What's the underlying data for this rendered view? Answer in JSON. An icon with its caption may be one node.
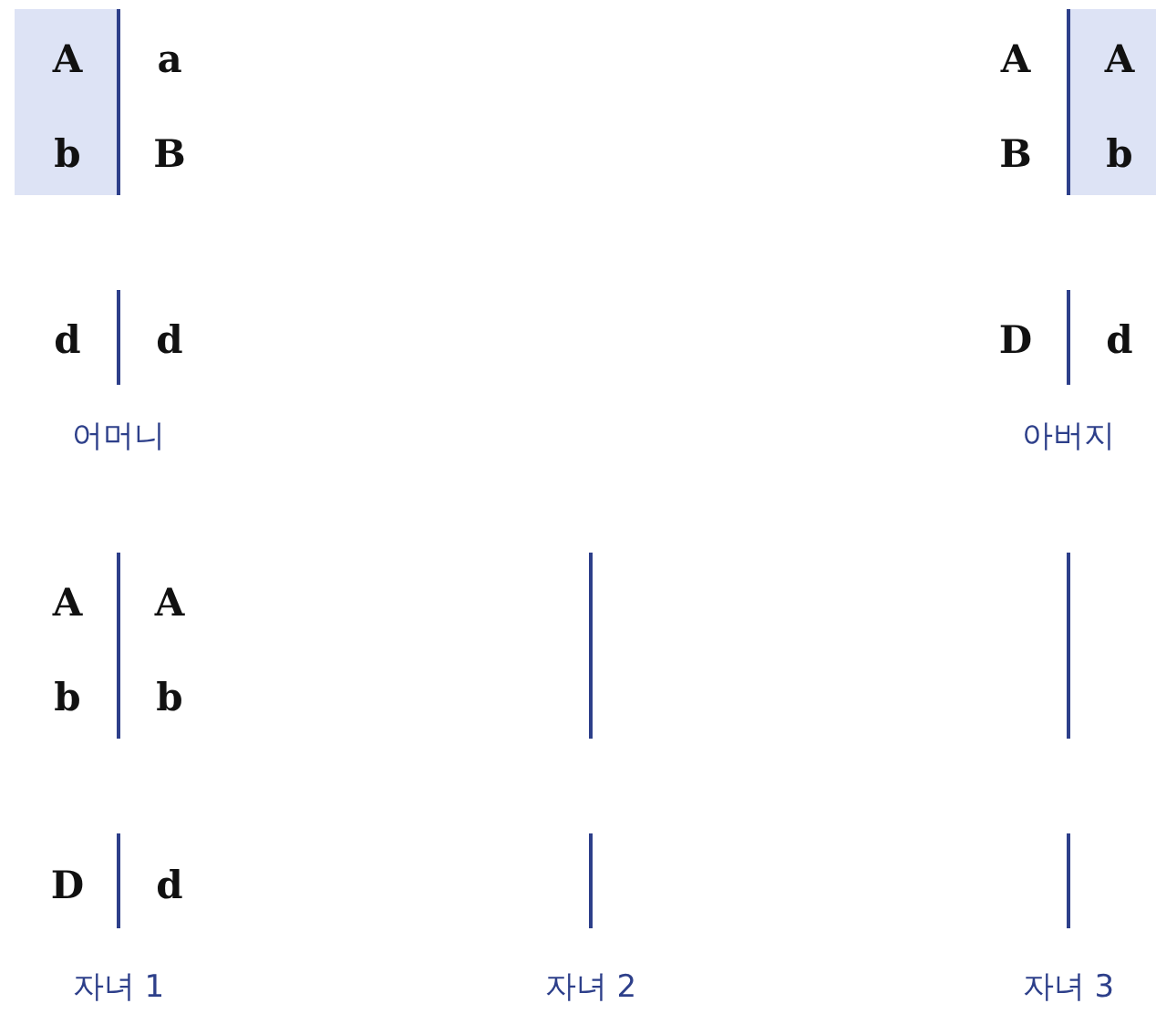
{
  "diagram": {
    "nodes": [
      {
        "text": [
          "A",
          "b"
        ]
      },
      {
        "text": [
          "A",
          "b"
        ]
      }
    ],
    "labels": [
      "a",
      "A",
      "B",
      "B",
      "d",
      "d",
      "D",
      "d",
      "어머니",
      "아버지",
      "A",
      "A",
      "b",
      "b",
      "D",
      "d",
      "자녀 1",
      "자녀 2",
      "자녀 3"
    ]
  }
}
